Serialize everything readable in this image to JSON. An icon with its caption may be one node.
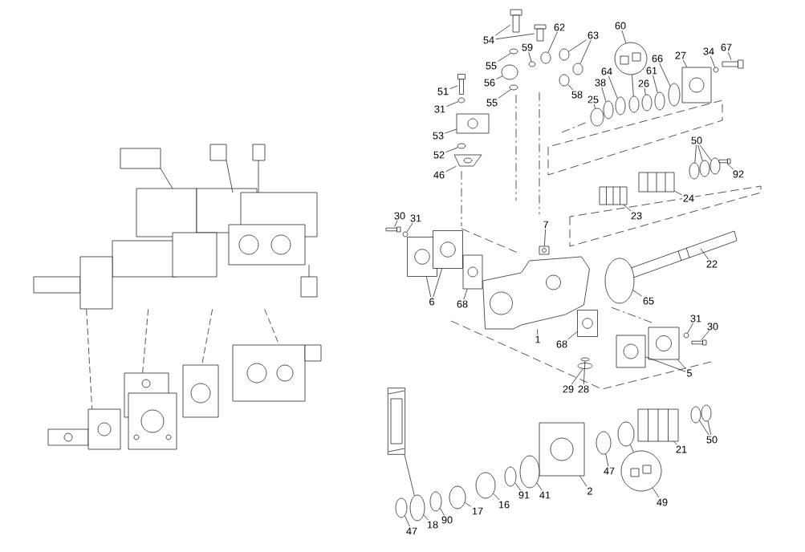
{
  "diagram": {
    "nodes": [
      {
        "text": [
          "54"
        ]
      },
      {
        "text": [
          "62"
        ]
      },
      {
        "text": [
          "63"
        ]
      },
      {
        "text": [
          "60"
        ]
      },
      {
        "text": [],
        "shape": "circle"
      },
      {
        "text": [
          "59"
        ]
      },
      {
        "text": [
          "34"
        ]
      },
      {
        "text": [
          "67"
        ]
      },
      {
        "text": [
          "27"
        ]
      },
      {
        "text": [
          "55"
        ]
      },
      {
        "text": [
          "66"
        ]
      },
      {
        "text": [
          "64"
        ]
      },
      {
        "text": [
          "61"
        ]
      },
      {
        "text": [
          "56"
        ]
      },
      {
        "text": [
          "38"
        ]
      },
      {
        "text": [
          "26"
        ]
      },
      {
        "text": [
          "51"
        ]
      },
      {
        "text": [
          "25"
        ]
      },
      {
        "text": [
          "58"
        ]
      },
      {
        "text": [
          "55"
        ]
      },
      {
        "text": [
          "31"
        ]
      },
      {
        "text": [
          "53"
        ]
      },
      {
        "text": [
          "50"
        ]
      },
      {
        "text": [
          "52"
        ]
      },
      {
        "text": [
          "92"
        ]
      },
      {
        "text": [
          "46"
        ]
      },
      {
        "text": [
          "24"
        ]
      },
      {
        "text": [
          "23"
        ]
      },
      {
        "text": [
          "30"
        ]
      },
      {
        "text": [
          "31"
        ]
      },
      {
        "text": [
          "7"
        ]
      },
      {
        "text": [
          "22"
        ]
      },
      {
        "text": [
          "6"
        ]
      },
      {
        "text": [
          "68"
        ]
      },
      {
        "text": [
          "65"
        ]
      },
      {
        "text": [
          "31"
        ]
      },
      {
        "text": [
          "30"
        ]
      },
      {
        "text": [
          "1"
        ]
      },
      {
        "text": [
          "68"
        ]
      },
      {
        "text": [
          "5"
        ]
      },
      {
        "text": [
          "29"
        ]
      },
      {
        "text": [
          "28"
        ]
      },
      {
        "text": [],
        "shape": "picture"
      },
      {
        "text": [
          "50"
        ]
      },
      {
        "text": [
          "21"
        ]
      },
      {
        "text": [
          "47"
        ]
      },
      {
        "text": [
          "2"
        ]
      },
      {
        "text": [],
        "shape": "circle"
      },
      {
        "text": [
          "41"
        ]
      },
      {
        "text": [
          "91"
        ]
      },
      {
        "text": [
          "16"
        ]
      },
      {
        "text": [
          "17"
        ]
      },
      {
        "text": [
          "49"
        ]
      },
      {
        "text": [
          "90"
        ]
      },
      {
        "text": [
          "18"
        ]
      },
      {
        "text": [
          "47"
        ]
      },
      {
        "text": [],
        "shape": "picture"
      },
      {
        "text": [],
        "shape": "picture"
      },
      {
        "text": [],
        "shape": "circle"
      },
      {
        "text": [],
        "shape": "circle"
      },
      {
        "text": [],
        "shape": "circle"
      },
      {
        "text": [],
        "shape": "circle"
      },
      {
        "text": [],
        "shape": "circle"
      },
      {
        "text": [],
        "shape": "circle"
      },
      {
        "text": [],
        "shape": "picture"
      },
      {
        "text": [],
        "shape": "picture"
      },
      {
        "text": [],
        "shape": "circle"
      },
      {
        "text": [],
        "shape": "circle"
      },
      {
        "text": [],
        "shape": "circle"
      },
      {
        "text": [],
        "shape": "circle"
      },
      {
        "text": [],
        "shape": "circle"
      },
      {
        "text": [],
        "shape": "circle"
      },
      {
        "text": [],
        "shape": "circle"
      },
      {
        "text": [],
        "shape": "picture"
      },
      {
        "text": [],
        "shape": "circle"
      },
      {
        "text": [],
        "shape": "circle"
      },
      {
        "text": [],
        "shape": "circle"
      },
      {
        "text": [],
        "shape": "circle"
      },
      {
        "text": [],
        "shape": "picture"
      },
      {
        "text": [],
        "shape": "circle"
      },
      {
        "text": [],
        "shape": "circle"
      },
      {
        "text": [],
        "shape": "circle"
      },
      {
        "text": [],
        "shape": "circle"
      },
      {
        "text": [],
        "shape": "picture"
      },
      {
        "text": [],
        "shape": "picture"
      },
      {
        "text": [],
        "shape": "picture"
      },
      {
        "text": [],
        "shape": "picture"
      },
      {
        "text": [],
        "shape": "picture"
      },
      {
        "text": [],
        "shape": "circle"
      },
      {
        "text": [],
        "shape": "picture"
      },
      {
        "text": [],
        "shape": "picture"
      },
      {
        "text": [],
        "shape": "picture"
      },
      {
        "text": [],
        "shape": "picture"
      },
      {
        "text": [],
        "shape": "circle"
      },
      {
        "text": [],
        "shape": "circle"
      },
      {
        "text": [],
        "shape": "picture"
      },
      {
        "text": [],
        "shape": "picture"
      },
      {
        "text": [],
        "shape": "picture"
      },
      {
        "text": [],
        "shape": "picture"
      },
      {
        "text": [],
        "shape": "picture"
      },
      {
        "text": [],
        "shape": "circle"
      },
      {
        "text": [],
        "shape": "circle"
      },
      {
        "text": [],
        "shape": "circle"
      },
      {
        "text": [],
        "shape": "circle"
      },
      {
        "text": [],
        "shape": "circle"
      },
      {
        "text": [],
        "shape": "picture"
      },
      {
        "text": [],
        "shape": "circle"
      },
      {
        "text": [],
        "shape": "picture"
      },
      {
        "text": [],
        "shape": "circle"
      },
      {
        "text": [],
        "shape": "circle"
      },
      {
        "text": [],
        "shape": "circle"
      },
      {
        "text": [],
        "shape": "circle"
      },
      {
        "text": [],
        "shape": "circle"
      },
      {
        "text": [],
        "shape": "circle"
      },
      {
        "text": [],
        "shape": "circle"
      },
      {
        "text": [],
        "shape": "picture"
      },
      {
        "text": [],
        "shape": "picture"
      },
      {
        "text": [],
        "shape": "picture"
      },
      {
        "text": [],
        "shape": "picture"
      },
      {
        "text": [],
        "shape": "picture"
      }
    ],
    "edges": [
      {
        "from": 0,
        "to": 56,
        "arrow": "none"
      },
      {
        "from": 0,
        "to": 57,
        "arrow": "none"
      },
      {
        "from": 1,
        "to": 58,
        "arrow": "none"
      },
      {
        "from": 2,
        "to": 59,
        "arrow": "none"
      },
      {
        "from": 2,
        "to": 60,
        "arrow": "none"
      },
      {
        "from": 3,
        "to": 4,
        "arrow": "none"
      },
      {
        "from": 4,
        "to": 61,
        "arrow": "none"
      },
      {
        "from": 5,
        "to": 62,
        "arrow": "none"
      },
      {
        "from": 6,
        "to": 63,
        "arrow": "none"
      },
      {
        "from": 7,
        "to": 64,
        "arrow": "none"
      },
      {
        "from": 8,
        "to": 65,
        "arrow": "none"
      },
      {
        "from": 9,
        "to": 66,
        "arrow": "none"
      },
      {
        "from": 10,
        "to": 67,
        "arrow": "none"
      },
      {
        "from": 11,
        "to": 68,
        "arrow": "none"
      },
      {
        "from": 12,
        "to": 69,
        "arrow": "none"
      },
      {
        "from": 13,
        "to": 70,
        "arrow": "none"
      },
      {
        "from": 14,
        "to": 71,
        "arrow": "none"
      },
      {
        "from": 15,
        "to": 72,
        "arrow": "none"
      },
      {
        "from": 16,
        "to": 73,
        "arrow": "none"
      },
      {
        "from": 17,
        "to": 74,
        "arrow": "none"
      },
      {
        "from": 18,
        "to": 75,
        "arrow": "none"
      },
      {
        "from": 19,
        "to": 76,
        "arrow": "none"
      },
      {
        "from": 20,
        "to": 77,
        "arrow": "none"
      },
      {
        "from": 21,
        "to": 78,
        "arrow": "none"
      },
      {
        "from": 22,
        "to": 79,
        "arrow": "none"
      },
      {
        "from": 22,
        "to": 80,
        "arrow": "none"
      },
      {
        "from": 22,
        "to": 81,
        "arrow": "none"
      },
      {
        "from": 23,
        "to": 82,
        "arrow": "none"
      },
      {
        "from": 24,
        "to": 83,
        "arrow": "none"
      },
      {
        "from": 25,
        "to": 84,
        "arrow": "none"
      },
      {
        "from": 26,
        "to": 85,
        "arrow": "none"
      },
      {
        "from": 27,
        "to": 86,
        "arrow": "none"
      },
      {
        "from": 28,
        "to": 87,
        "arrow": "none"
      },
      {
        "from": 29,
        "to": 88,
        "arrow": "none"
      },
      {
        "from": 30,
        "to": 89,
        "arrow": "none"
      },
      {
        "from": 31,
        "to": null,
        "arrow": "none"
      },
      {
        "from": 32,
        "to": 90,
        "arrow": "none"
      },
      {
        "from": 32,
        "to": 91,
        "arrow": "none"
      },
      {
        "from": 33,
        "to": 92,
        "arrow": "none"
      },
      {
        "from": 34,
        "to": 93,
        "arrow": "none"
      },
      {
        "from": 35,
        "to": 94,
        "arrow": "none"
      },
      {
        "from": 36,
        "to": 95,
        "arrow": "none"
      },
      {
        "from": 37,
        "to": 96,
        "arrow": "none"
      },
      {
        "from": 38,
        "to": 97,
        "arrow": "none"
      },
      {
        "from": 39,
        "to": 98,
        "arrow": "none"
      },
      {
        "from": 39,
        "to": 99,
        "arrow": "none"
      },
      {
        "from": 40,
        "to": 100,
        "arrow": "none"
      },
      {
        "from": 41,
        "to": 101,
        "arrow": "none"
      },
      {
        "from": 42,
        "to": 102,
        "arrow": "none"
      },
      {
        "from": 43,
        "to": 103,
        "arrow": "none"
      },
      {
        "from": 43,
        "to": 104,
        "arrow": "none"
      },
      {
        "from": 44,
        "to": 105,
        "arrow": "none"
      },
      {
        "from": 45,
        "to": 106,
        "arrow": "none"
      },
      {
        "from": 46,
        "to": 107,
        "arrow": "none"
      },
      {
        "from": 47,
        "to": 108,
        "arrow": "none"
      },
      {
        "from": 48,
        "to": 109,
        "arrow": "none"
      },
      {
        "from": 49,
        "to": 110,
        "arrow": "none"
      },
      {
        "from": 50,
        "to": 111,
        "arrow": "none"
      },
      {
        "from": 51,
        "to": 112,
        "arrow": "none"
      },
      {
        "from": 52,
        "to": 47,
        "arrow": "none"
      },
      {
        "from": 53,
        "to": 113,
        "arrow": "none"
      },
      {
        "from": 54,
        "to": 102,
        "arrow": "none"
      },
      {
        "from": 55,
        "to": 114,
        "arrow": "none"
      },
      {
        "from": 115,
        "to": 116,
        "arrow": "none",
        "style": "dashed"
      },
      {
        "from": 115,
        "to": 117,
        "arrow": "none",
        "style": "dashed"
      },
      {
        "from": 115,
        "to": 118,
        "arrow": "none",
        "style": "dashed"
      },
      {
        "from": 115,
        "to": 119,
        "arrow": "none",
        "style": "dashed"
      }
    ]
  }
}
